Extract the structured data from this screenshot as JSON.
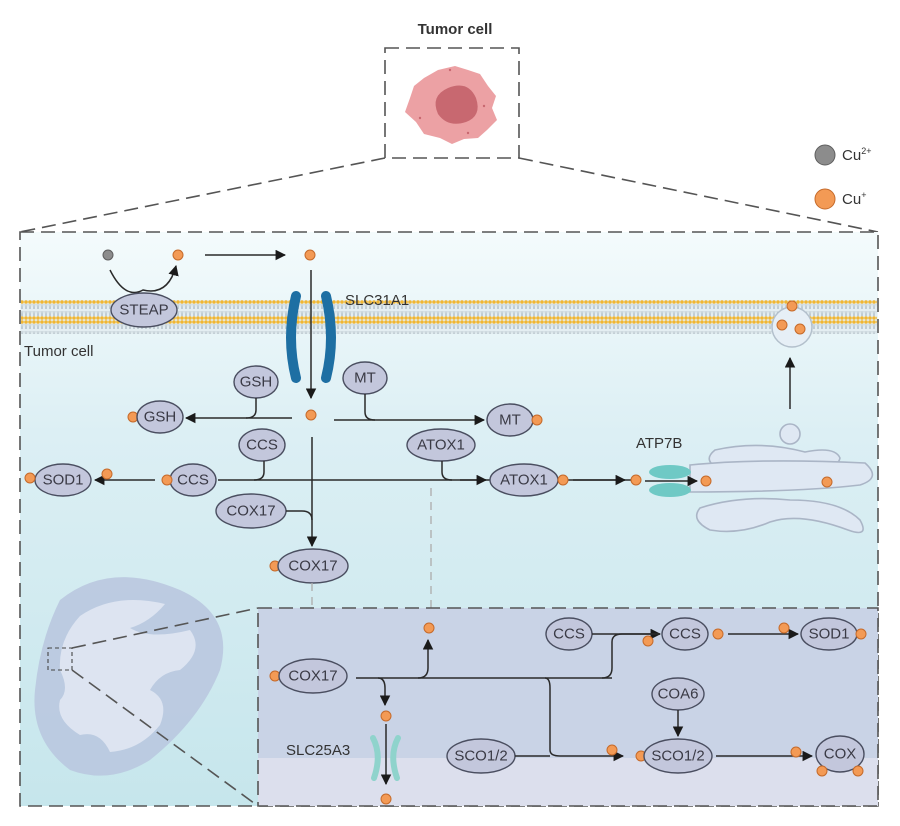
{
  "title": "Tumor cell",
  "legend": {
    "items": [
      {
        "label": "Cu",
        "superscript": "2+",
        "color": "#8c8c8c"
      },
      {
        "label": "Cu",
        "superscript": "+",
        "color": "#f39a55"
      }
    ]
  },
  "cell": {
    "label": "Tumor cell",
    "membrane_color": "#f0b632",
    "cytoplasm_color": "#cfe9ef"
  },
  "labels": {
    "slc31a1": "SLC31A1",
    "atp7b": "ATP7B",
    "slc25a3": "SLC25A3"
  },
  "proteins": {
    "steap": "STEAP",
    "gsh_top": "GSH",
    "gsh_bound": "GSH",
    "mt_top": "MT",
    "mt_bound": "MT",
    "ccs_top": "CCS",
    "ccs_bound": "CCS",
    "sod1": "SOD1",
    "atox1_top": "ATOX1",
    "atox1_bound": "ATOX1",
    "cox17_top": "COX17",
    "cox17_bound": "COX17",
    "mito_cox17": "COX17",
    "mito_ccs": "CCS",
    "mito_ccs_bound": "CCS",
    "mito_sod1": "SOD1",
    "coa6": "COA6",
    "sco_free": "SCO1/2",
    "sco_bound": "SCO1/2",
    "cox": "COX"
  },
  "colors": {
    "protein_fill": "#c3c7dc",
    "cu_plus": "#f39a55",
    "cu_2plus": "#8c8c8c",
    "slc31a1": "#1e6fa3",
    "atp7b": "#6fc9c5",
    "tumor_cell": "#e88a8f"
  }
}
